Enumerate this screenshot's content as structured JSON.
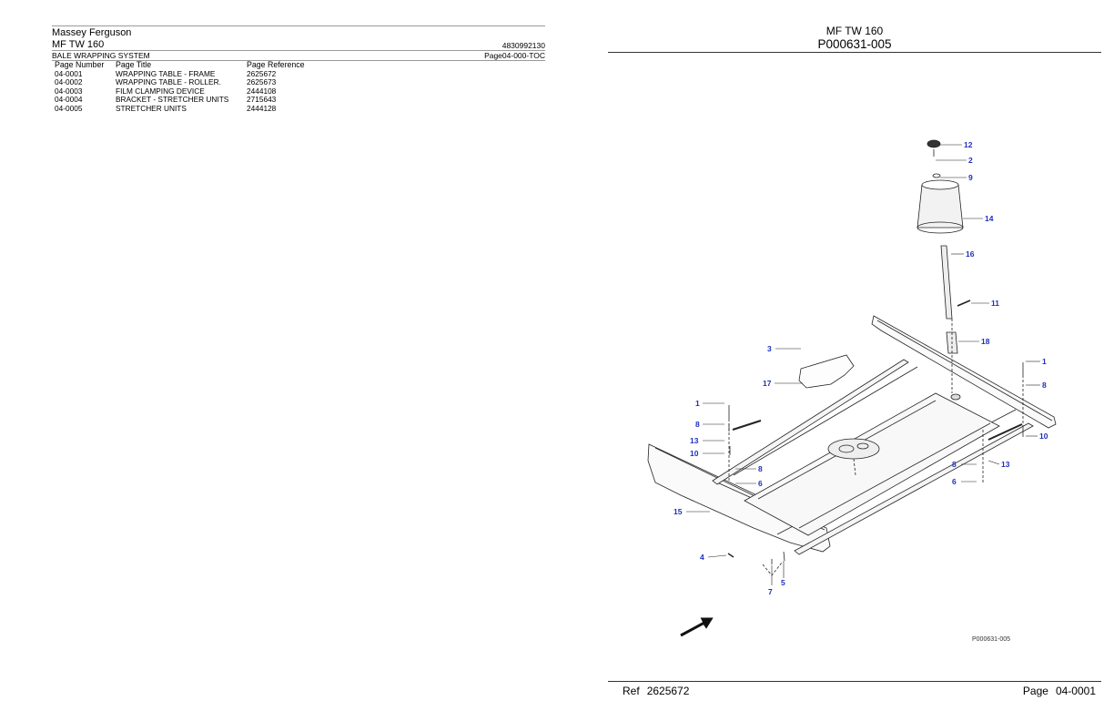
{
  "toc": {
    "brand": "Massey Ferguson",
    "model": "MF TW 160",
    "part_number": "4830992130",
    "section": "BALE WRAPPING SYSTEM",
    "page_ref": "Page04-000-TOC",
    "columns": [
      "Page Number",
      "Page Title",
      "Page Reference"
    ],
    "rows": [
      {
        "page_number": "04-0001",
        "title": "WRAPPING TABLE - FRAME",
        "reference": "2625672"
      },
      {
        "page_number": "04-0002",
        "title": "WRAPPING TABLE - ROLLER.",
        "reference": "2625673"
      },
      {
        "page_number": "04-0003",
        "title": "FILM CLAMPING DEVICE",
        "reference": "2444108"
      },
      {
        "page_number": "04-0004",
        "title": "BRACKET - STRETCHER UNITS",
        "reference": "2715643"
      },
      {
        "page_number": "04-0005",
        "title": "STRETCHER UNITS",
        "reference": "2444128"
      }
    ]
  },
  "diagram": {
    "model": "MF TW 160",
    "figure_code": "P000631-005",
    "figure_label": "P000631-005",
    "callout_color": "#1f2fbf",
    "callouts": [
      "12",
      "2",
      "9",
      "14",
      "16",
      "11",
      "18",
      "3",
      "17",
      "1",
      "8",
      "1",
      "8",
      "13",
      "10",
      "10",
      "13",
      "8",
      "8",
      "6",
      "6",
      "15",
      "4",
      "7",
      "5"
    ]
  },
  "footer": {
    "ref_label": "Ref",
    "ref_value": "2625672",
    "page_label": "Page",
    "page_value": "04-0001"
  }
}
